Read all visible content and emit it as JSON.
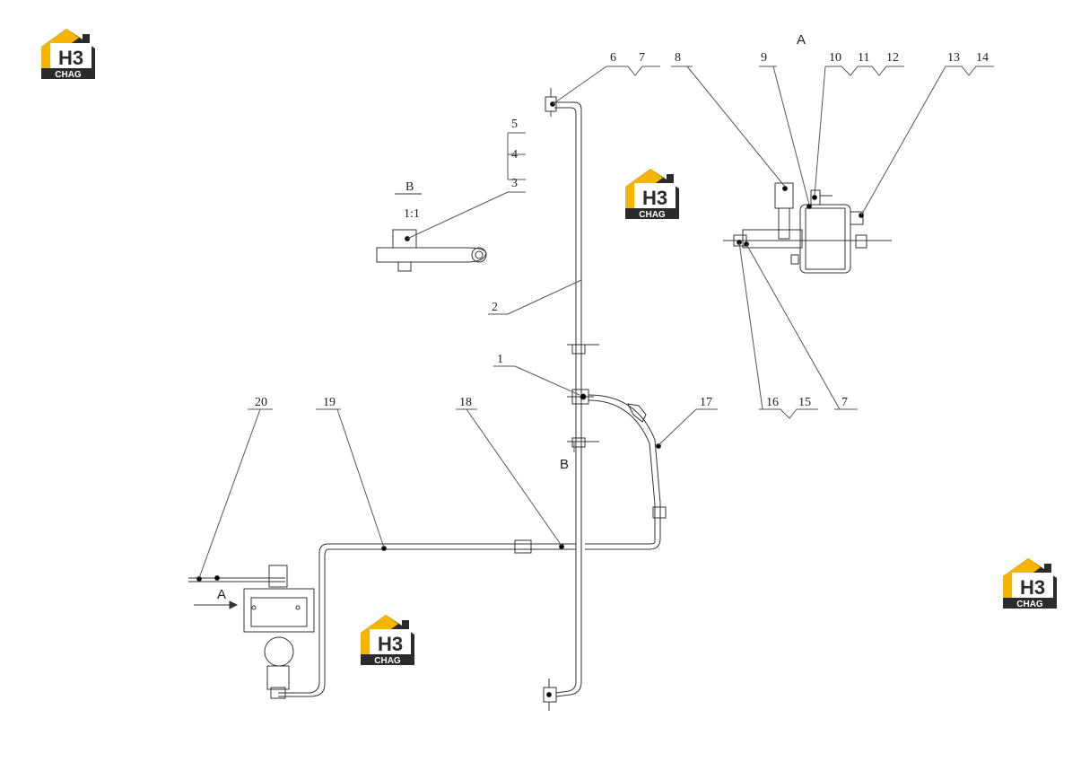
{
  "brand": {
    "logo_text_top": "H3",
    "logo_text_bottom": "CHAG",
    "color_orange": "#f5b400",
    "color_dark": "#2b2b2b"
  },
  "view_labels": {
    "view_a_top": "A",
    "view_a_bottom": "A",
    "view_b_title": "B",
    "view_b_scale": "1:1",
    "view_b_arrow": "B"
  },
  "callouts": {
    "c1": "1",
    "c2": "2",
    "c3": "3",
    "c4": "4",
    "c5": "5",
    "c6": "6",
    "c7": "7",
    "c8": "8",
    "c9": "9",
    "c10": "10",
    "c11": "11",
    "c12": "12",
    "c13": "13",
    "c14": "14",
    "c15": "15",
    "c16": "16",
    "c7b": "7",
    "c17": "17",
    "c18": "18",
    "c19": "19",
    "c20": "20"
  }
}
